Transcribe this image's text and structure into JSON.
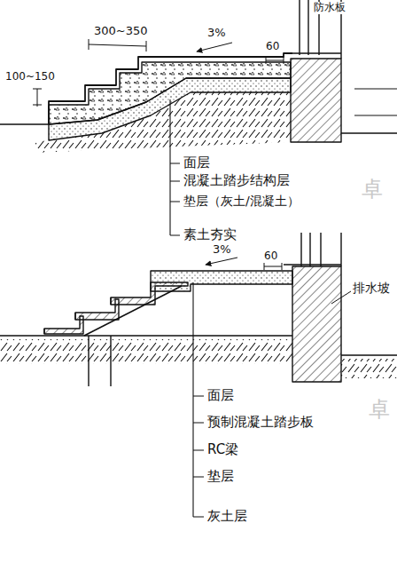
{
  "diagram": {
    "labels": [
      "防水板",
      "300~350",
      "3%",
      "60",
      "100~150",
      "卓",
      "面层",
      "混凝土踏步结构层",
      "垫层（灰土/混凝土）",
      "素土夯实",
      "3%",
      "60",
      "排水坡",
      "卓",
      "面层",
      "预制混凝土踏步板",
      "RC梁",
      "垫层",
      "灰土层"
    ]
  }
}
